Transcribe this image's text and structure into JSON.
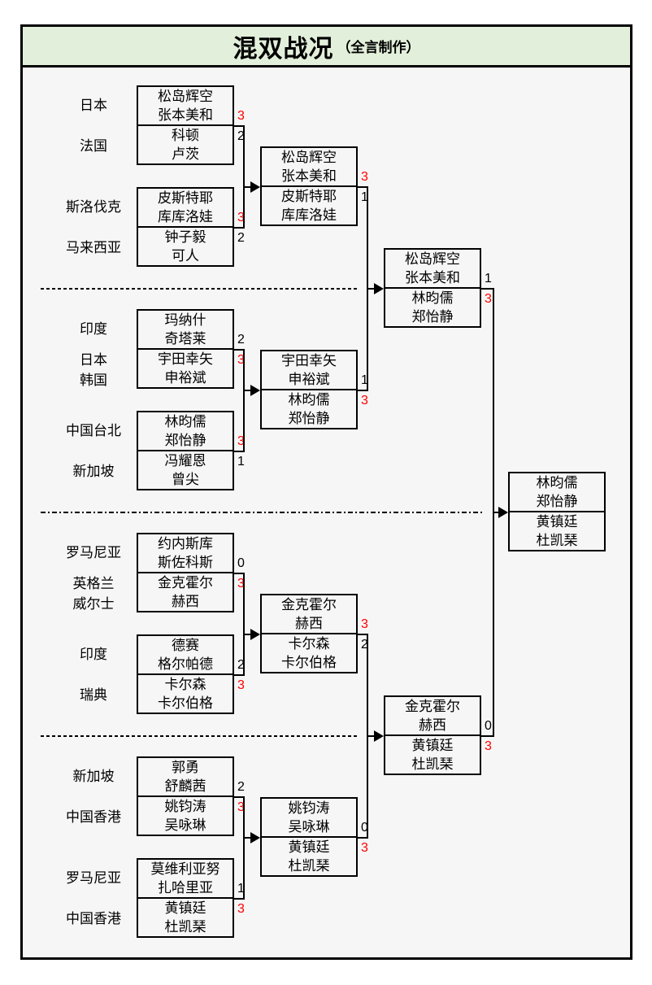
{
  "title": {
    "main": "混双战况",
    "credit": "（全言制作）"
  },
  "colors": {
    "winner_score": "#ff0000",
    "header_bg": "#e2efda",
    "line": "#000000",
    "panel_bg": "#f6f6f6"
  },
  "round1": [
    {
      "country": [
        "日本"
      ],
      "players": [
        "松岛辉空",
        "张本美和"
      ],
      "score": "3"
    },
    {
      "country": [
        "法国"
      ],
      "players": [
        "科顿",
        "卢茨"
      ],
      "score": "2"
    },
    {
      "country": [
        "斯洛伐克"
      ],
      "players": [
        "皮斯特耶",
        "库库洛娃"
      ],
      "score": "3"
    },
    {
      "country": [
        "马来西亚"
      ],
      "players": [
        "钟子毅",
        "可人"
      ],
      "score": "2"
    },
    {
      "country": [
        "印度"
      ],
      "players": [
        "玛纳什",
        "奇塔莱"
      ],
      "score": "2"
    },
    {
      "country": [
        "日本",
        "韩国"
      ],
      "players": [
        "宇田幸矢",
        "申裕斌"
      ],
      "score": "3"
    },
    {
      "country": [
        "中国台北"
      ],
      "players": [
        "林昀儒",
        "郑怡静"
      ],
      "score": "3"
    },
    {
      "country": [
        "新加坡"
      ],
      "players": [
        "冯耀恩",
        "曾尖"
      ],
      "score": "1"
    },
    {
      "country": [
        "罗马尼亚"
      ],
      "players": [
        "约内斯库",
        "斯佐科斯"
      ],
      "score": "0"
    },
    {
      "country": [
        "英格兰",
        "威尔士"
      ],
      "players": [
        "金克霍尔",
        "赫西"
      ],
      "score": "3"
    },
    {
      "country": [
        "印度"
      ],
      "players": [
        "德赛",
        "格尔帕德"
      ],
      "score": "2"
    },
    {
      "country": [
        "瑞典"
      ],
      "players": [
        "卡尔森",
        "卡尔伯格"
      ],
      "score": "3"
    },
    {
      "country": [
        "新加坡"
      ],
      "players": [
        "郭勇",
        "舒麟茜"
      ],
      "score": "2"
    },
    {
      "country": [
        "中国香港"
      ],
      "players": [
        "姚钧涛",
        "吴咏琳"
      ],
      "score": "3"
    },
    {
      "country": [
        "罗马尼亚"
      ],
      "players": [
        "莫维利亚努",
        "扎哈里亚"
      ],
      "score": "1"
    },
    {
      "country": [
        "中国香港"
      ],
      "players": [
        "黄镇廷",
        "杜凯琹"
      ],
      "score": "3"
    }
  ],
  "round2": [
    {
      "players": [
        "松岛辉空",
        "张本美和"
      ],
      "score": "3"
    },
    {
      "players": [
        "皮斯特耶",
        "库库洛娃"
      ],
      "score": "1"
    },
    {
      "players": [
        "宇田幸矢",
        "申裕斌"
      ],
      "score": "1"
    },
    {
      "players": [
        "林昀儒",
        "郑怡静"
      ],
      "score": "3"
    },
    {
      "players": [
        "金克霍尔",
        "赫西"
      ],
      "score": "3"
    },
    {
      "players": [
        "卡尔森",
        "卡尔伯格"
      ],
      "score": "2"
    },
    {
      "players": [
        "姚钧涛",
        "吴咏琳"
      ],
      "score": "0"
    },
    {
      "players": [
        "黄镇廷",
        "杜凯琹"
      ],
      "score": "3"
    }
  ],
  "semis": [
    {
      "players": [
        "松岛辉空",
        "张本美和"
      ],
      "score": "1"
    },
    {
      "players": [
        "林昀儒",
        "郑怡静"
      ],
      "score": "3"
    },
    {
      "players": [
        "金克霍尔",
        "赫西"
      ],
      "score": "0"
    },
    {
      "players": [
        "黄镇廷",
        "杜凯琹"
      ],
      "score": "3"
    }
  ],
  "final": [
    {
      "players": [
        "林昀儒",
        "郑怡静"
      ]
    },
    {
      "players": [
        "黄镇廷",
        "杜凯琹"
      ]
    }
  ]
}
